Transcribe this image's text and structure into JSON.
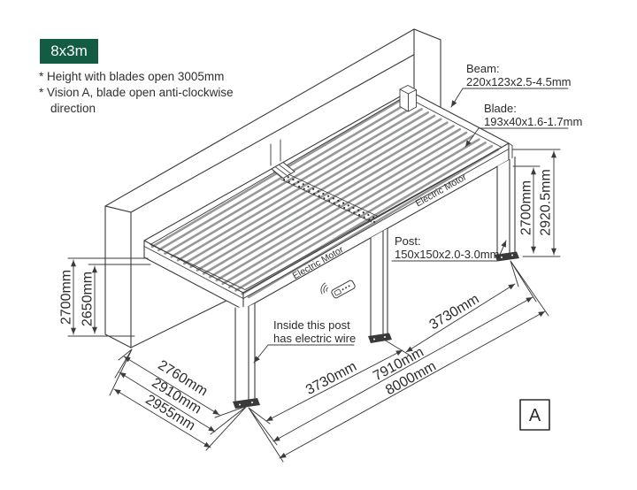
{
  "badge": {
    "label": "8x3m",
    "color": "#115c42"
  },
  "notes": {
    "line1": "* Height with blades open 3005mm",
    "line2": "* Vision A, blade open anti-clockwise",
    "line3": "direction"
  },
  "callouts": {
    "beam": {
      "title": "Beam:",
      "spec": "220x123x2.5-4.5mm"
    },
    "blade": {
      "title": "Blade:",
      "spec": "193x40x1.6-1.7mm"
    },
    "post": {
      "title": "Post:",
      "spec": "150x150x2.0-3.0mm"
    },
    "electric_motor": [
      "Electric Motor",
      "Electric Motor"
    ],
    "inside_post": {
      "line1": "Inside this post",
      "line2": "has electric wire"
    }
  },
  "dimensions": {
    "left_outer": "2700mm",
    "left_inner": "2650mm",
    "right_outer": "2920.5mm",
    "right_inner": "2700mm",
    "side": [
      "2760mm",
      "2910mm",
      "2955mm"
    ],
    "bay_left": "3730mm",
    "bay_right": "3730mm",
    "posts_span": "7910mm",
    "total_width": "8000mm"
  },
  "view_label": "A",
  "colors": {
    "line": "#3b3b3b",
    "blade": "#97989a",
    "badge_green": "#115c42"
  }
}
